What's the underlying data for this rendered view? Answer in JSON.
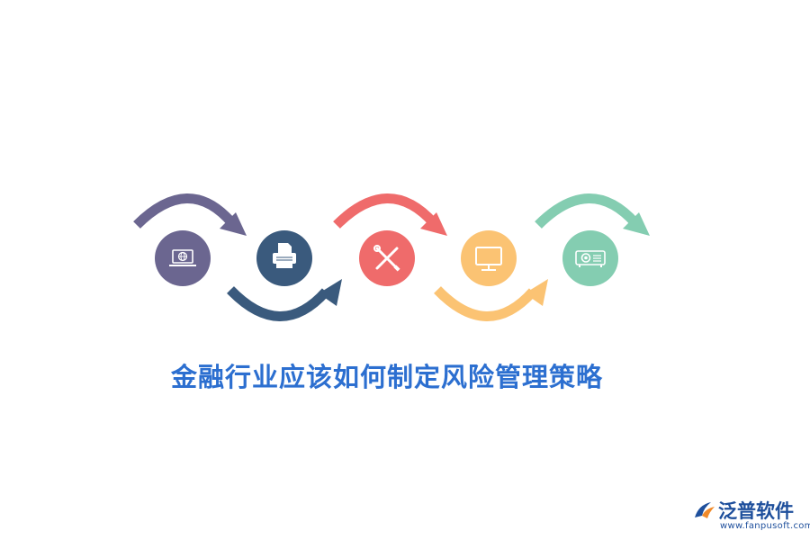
{
  "title": "金融行业应该如何制定风险管理策略",
  "colors": {
    "title": "#2c6fd0",
    "purple": "#6b6690",
    "navy": "#3a5a7d",
    "red": "#ef6b6b",
    "yellow": "#fbc373",
    "green": "#84cdb1",
    "logo": "#1e4f9c"
  },
  "steps": [
    {
      "icon": "laptop-globe-icon",
      "color": "#6b6690"
    },
    {
      "icon": "printer-icon",
      "color": "#3a5a7d"
    },
    {
      "icon": "wrench-screwdriver-icon",
      "color": "#ef6b6b"
    },
    {
      "icon": "monitor-icon",
      "color": "#fbc373"
    },
    {
      "icon": "projector-icon",
      "color": "#84cdb1"
    }
  ],
  "watermark": {
    "name": "泛普软件",
    "url": "www.fanpusoft.com"
  }
}
